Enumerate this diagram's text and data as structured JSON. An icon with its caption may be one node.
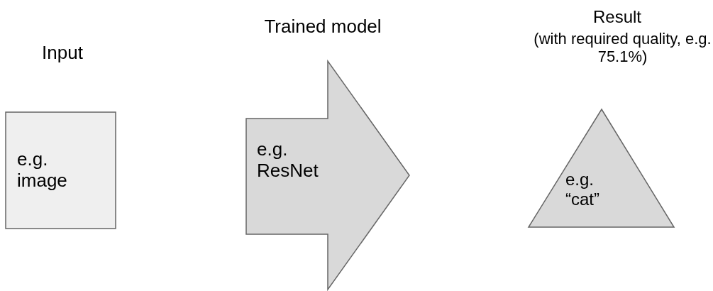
{
  "diagram": {
    "nodes": [
      {
        "text": [
          "Input",
          "e.g. image"
        ]
      },
      {
        "text": [
          "Trained model",
          "e.g. ResNet"
        ]
      },
      {
        "text": [
          "Result",
          "(with required quality, e.g. 75.1%)",
          "e.g. “cat”"
        ]
      }
    ]
  }
}
